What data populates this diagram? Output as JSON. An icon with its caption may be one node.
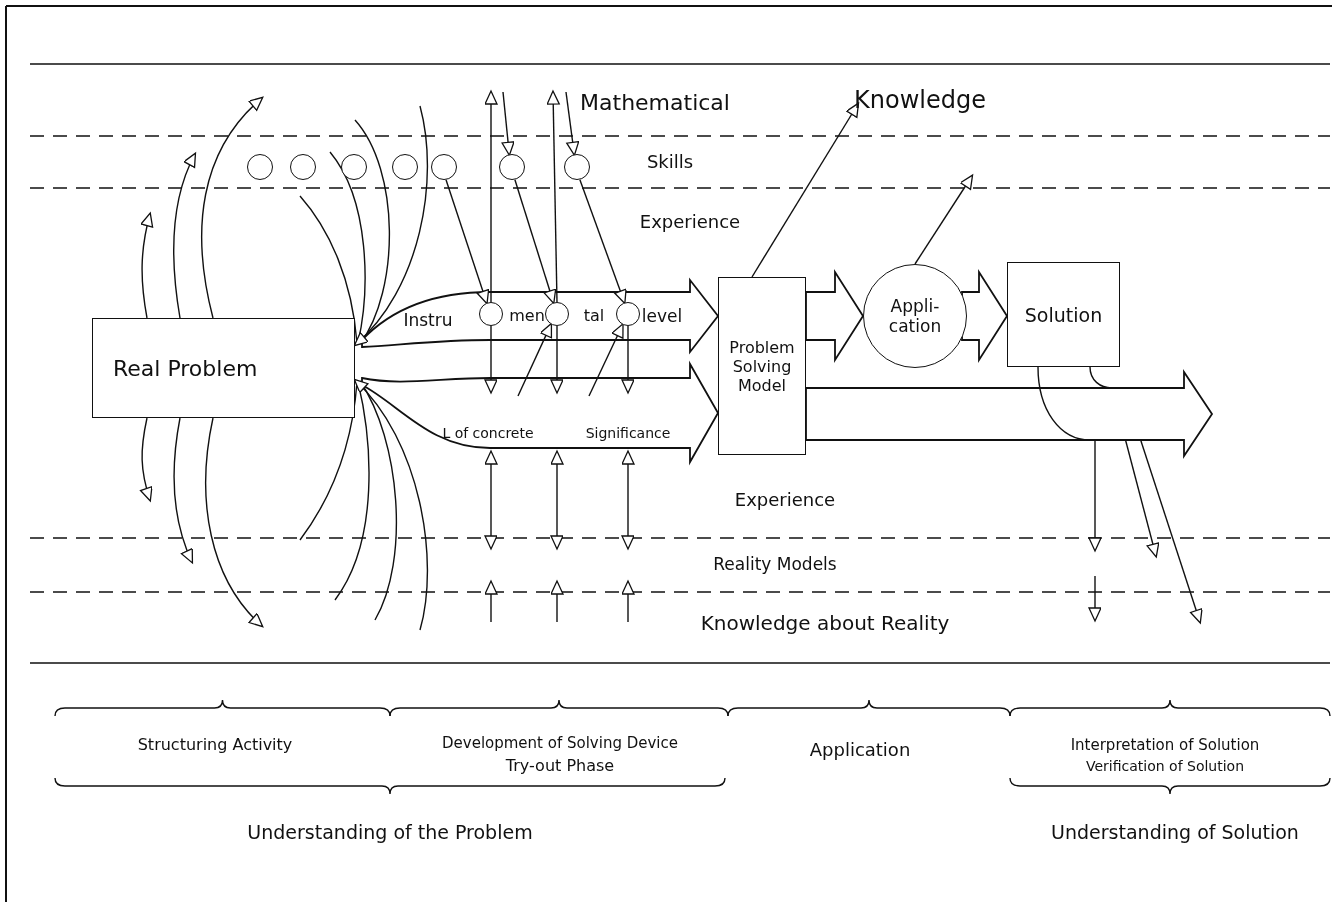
{
  "diagram": {
    "nodes": [
      {
        "text": [
          "Real Problem"
        ]
      },
      {
        "text": [],
        "shape": "circle"
      },
      {
        "text": [],
        "shape": "circle"
      },
      {
        "text": [],
        "shape": "circle"
      },
      {
        "text": [],
        "shape": "circle"
      },
      {
        "text": [],
        "shape": "circle"
      },
      {
        "text": [],
        "shape": "circle"
      },
      {
        "text": [],
        "shape": "circle"
      },
      {
        "text": [],
        "shape": "circle"
      },
      {
        "text": [],
        "shape": "circle"
      },
      {
        "text": [],
        "shape": "circle"
      },
      {
        "text": [
          "Problem Solving Model"
        ]
      },
      {
        "text": [
          "Appli- cation"
        ]
      },
      {
        "text": [
          "Solution"
        ]
      },
      {
        "text": [
          "Knowledge"
        ]
      }
    ],
    "edges": [
      {
        "from": 5,
        "to": 8,
        "arrow": "to"
      },
      {
        "from": 6,
        "to": 9,
        "arrow": "to"
      },
      {
        "from": 7,
        "to": 10,
        "arrow": "to"
      },
      {
        "from": 8,
        "to": null,
        "arrow": "to"
      },
      {
        "from": 9,
        "to": null,
        "arrow": "to"
      },
      {
        "from": null,
        "to": 6,
        "arrow": "to"
      },
      {
        "from": null,
        "to": 7,
        "arrow": "to"
      },
      {
        "from": null,
        "to": 9,
        "arrow": "to"
      },
      {
        "from": null,
        "to": 10,
        "arrow": "to"
      },
      {
        "from": 8,
        "to": null,
        "arrow": "to"
      },
      {
        "from": 9,
        "to": null,
        "arrow": "to"
      },
      {
        "from": 10,
        "to": null,
        "arrow": "to"
      },
      {
        "from": 0,
        "to": 11,
        "arrow": "to",
        "style": "thick"
      },
      {
        "from": 0,
        "to": 11,
        "arrow": "to",
        "style": "thick"
      },
      {
        "from": 11,
        "to": 12,
        "arrow": "to",
        "style": "thick"
      },
      {
        "from": 12,
        "to": 13,
        "arrow": "to",
        "style": "thick"
      },
      {
        "from": 11,
        "to": null,
        "arrow": "to",
        "style": "thick"
      },
      {
        "from": 13,
        "to": null,
        "arrow": "none"
      },
      {
        "from": 11,
        "to": 14,
        "arrow": "to"
      },
      {
        "from": 12,
        "to": null,
        "arrow": "to"
      },
      {
        "from": 0,
        "to": null,
        "arrow": "to"
      },
      {
        "from": 0,
        "to": null,
        "arrow": "to"
      },
      {
        "from": 0,
        "to": null,
        "arrow": "to"
      },
      {
        "from": 0,
        "to": null,
        "arrow": "to"
      },
      {
        "from": 0,
        "to": null,
        "arrow": "to"
      },
      {
        "from": 0,
        "to": null,
        "arrow": "to"
      },
      {
        "from": null,
        "to": 0,
        "arrow": "to"
      },
      {
        "from": null,
        "to": 0,
        "arrow": "to"
      }
    ],
    "labels": [
      "Mathematical",
      "Skills",
      "Experience",
      "Instru",
      "men",
      "tal",
      "level",
      "L of concrete",
      "Significance",
      "Experience",
      "Reality Models",
      "Knowledge about Reality",
      "Structuring Activity",
      "Development of Solving Device",
      "Try-out Phase",
      "Application",
      "Interpretation of Solution",
      "Verification of Solution",
      "Understanding of the Problem",
      "Understanding of Solution"
    ]
  }
}
